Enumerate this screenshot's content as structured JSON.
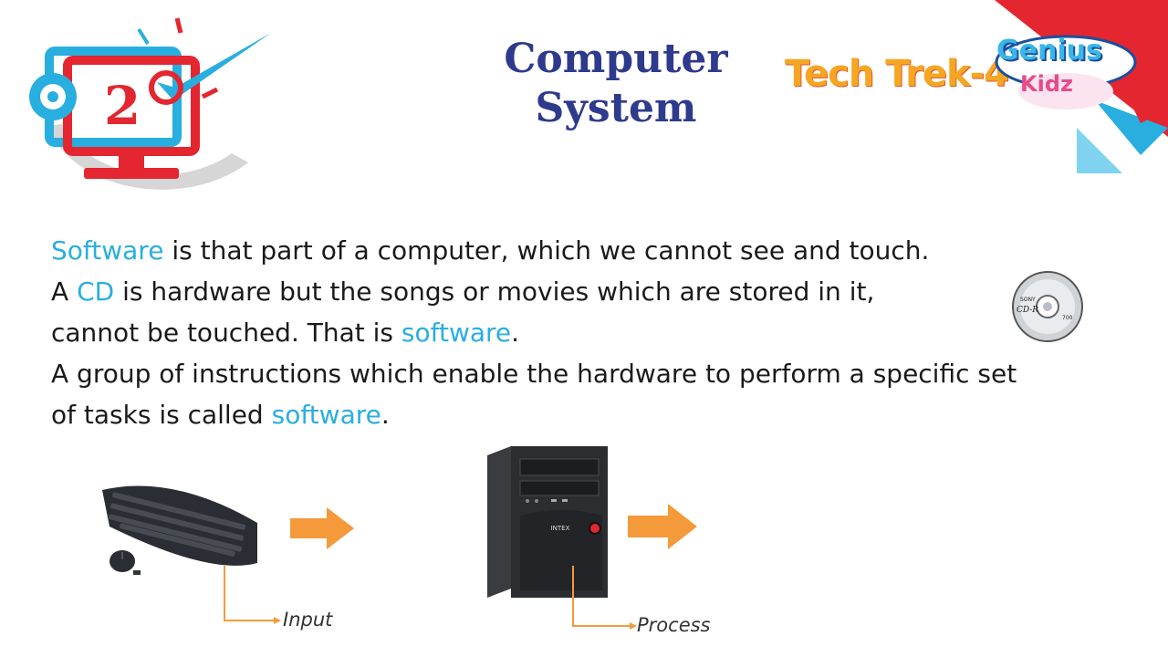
{
  "header": {
    "title_line1": "Computer",
    "title_line2": "System",
    "brand": "Tech Trek-4",
    "publisher_top": "Genius",
    "publisher_bottom": "Kidz",
    "chapter_number": "2"
  },
  "body": {
    "line1": {
      "term": "Software",
      "rest": " is that part of a computer, which we cannot see and touch."
    },
    "line2": {
      "pre": "A ",
      "term": "CD",
      "rest": " is hardware but the songs or movies which are stored in it,"
    },
    "line3": {
      "pre": "cannot be touched. That is ",
      "term": "software",
      "post": "."
    },
    "line4": {
      "text": "A group of instructions which enable the hardware to perform a specific set"
    },
    "line5": {
      "pre": "of tasks is called ",
      "term": "software",
      "post": "."
    }
  },
  "cd": {
    "brand": "SONY",
    "label": "CD-R",
    "capacity": "700"
  },
  "cpu": {
    "brand": "INTEX"
  },
  "diagram": {
    "input_label": "Input",
    "process_label": "Process"
  },
  "colors": {
    "title": "#2e3a8c",
    "highlight": "#29aee0",
    "arrow": "#f59a3b",
    "logo_red": "#e3262f",
    "logo_blue": "#29aee0",
    "brand": "#f5a623"
  },
  "icons": [
    "chapter-monitor-icon",
    "cd-disc-icon",
    "keyboard-mouse-icon",
    "arrow-right-icon",
    "cpu-tower-icon"
  ]
}
